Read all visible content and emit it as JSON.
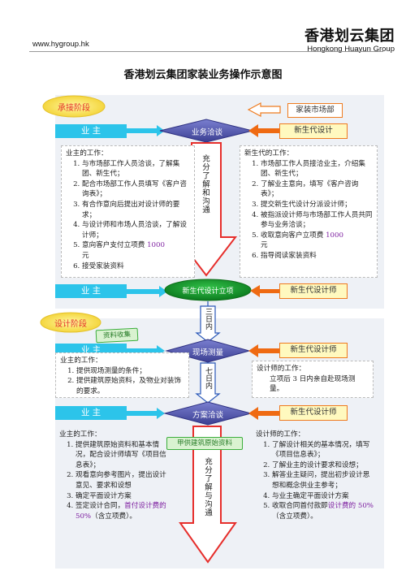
{
  "header": {
    "logo_cn": "香港划云集团",
    "logo_en": "Hongkong Huayun Group",
    "url": "www.hygroup.hk"
  },
  "title": "香港划云集团家装业务操作示意图",
  "stage1": {
    "label": "承接阶段",
    "market": "家装市场部",
    "owner": "业  主",
    "negotiation": "业务洽谈",
    "designer": "新生代设计",
    "owner_work": {
      "heading": "业主的工作：",
      "items": [
        "与市场部工作人员洽谈，了解集团、新生代；",
        "配合市场部工作人员填写《客户咨询表》；",
        "有合作意向后提出对设计师的要求；",
        "与设计师和市场人员洽谈，了解设计师；"
      ],
      "item5_pre": "意向客户支付立项费 ",
      "item5_em": "1000",
      "item5_post": "元",
      "item6": "接受家装资料"
    },
    "designer_work": {
      "heading": "新生代的工作：",
      "items": [
        "市场部工作人员接洽业主，介绍集团、新生代；",
        "了解业主意向，填写《客户咨询表》；",
        "提交新生代设计分派设计师；",
        "被指派设计师与市场部工作人员共同参与业务洽谈；"
      ],
      "item5_pre": "收取意向客户立项费 ",
      "item5_em": "1000",
      "item5_post": "元",
      "item6": "指导阅读家装资料"
    },
    "arrow_text": "充分了解和沟通",
    "owner2": "业  主",
    "project": "新生代设计立项",
    "designer2": "新生代设计师"
  },
  "stage2": {
    "label": "设计阶段",
    "collect": "资料收集",
    "within3": "三日内",
    "measure": "现场测量",
    "owner": "业  主",
    "designer": "新生代设计师",
    "owner_work": {
      "heading": "业主的工作：",
      "items": [
        "提供现场测量的条件；",
        "提供建筑原始资料，及物业对装饰的要求。"
      ]
    },
    "designer_work": {
      "heading": "设计师的工作：",
      "body": "立项后 3 日内亲自赴现场测量。"
    },
    "within7": "七日内",
    "plan": "方案洽谈",
    "owner2": "业  主",
    "designer2": "新生代设计师",
    "green": "甲供建筑原始资料",
    "arrow_text": "充分了解与沟通",
    "owner_work2": {
      "heading": "业主的工作：",
      "items": [
        "提供建筑原始资料和基本情况，配合设计师填写《项目信息表》；",
        "观看意向参考图片，提出设计意见、要求和设想",
        "确定平面设计方案"
      ],
      "item4_pre": "签定设计合同，",
      "item4_em": "首付设计费的 50%",
      "item4_post": "（含立项费）。"
    },
    "designer_work2": {
      "heading": "设计师的工作：",
      "items": [
        "了解设计相关的基本情况，填写《项目信息表》；",
        "了解业主的设计要求和设想；",
        "解答业主疑问，提出初步设计思想和概念供业主参考；",
        "与业主确定平面设计方案"
      ],
      "item5_pre": "收取合同首付款即",
      "item5_em": "设计费的 50%",
      "item5_post": "（含立项费）。"
    }
  }
}
